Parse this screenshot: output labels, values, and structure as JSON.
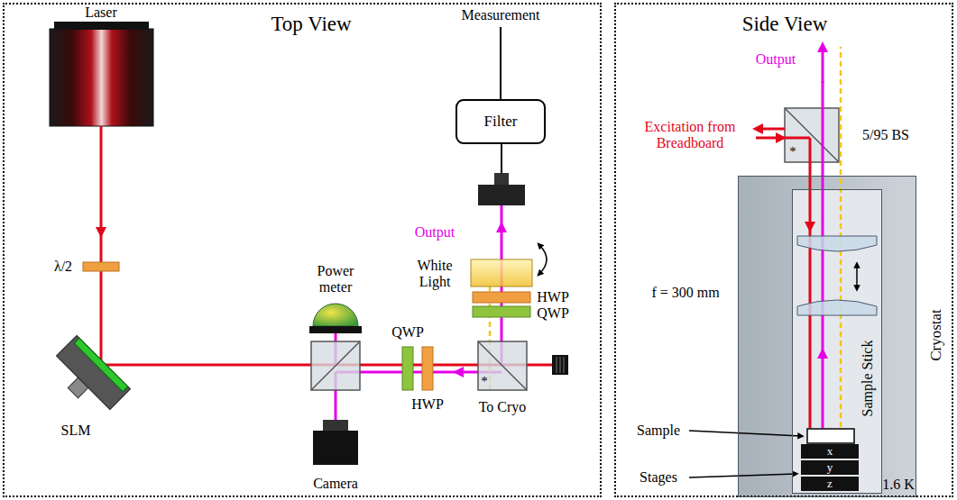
{
  "diagram": {
    "nodes": [
      {
        "text": [
          "Top View"
        ]
      },
      {
        "text": [
          "Side View"
        ]
      },
      {
        "text": [
          "Filter"
        ],
        "in": 0
      },
      {
        "text": [
          "Cryostat"
        ],
        "in": 1
      },
      {
        "text": [
          "Sample Stick"
        ],
        "in": 3
      },
      {
        "text": [
          "x"
        ],
        "in": 4
      },
      {
        "text": [
          "y"
        ],
        "in": 4
      },
      {
        "text": [
          "z"
        ],
        "in": 4
      }
    ],
    "labels": [
      "Laser",
      "Measurement",
      "Output",
      "White Light",
      "HWP",
      "QWP",
      "Power meter",
      "λ/2",
      "QWP",
      "HWP",
      "*",
      "To Cryo",
      "SLM",
      "Camera",
      "Output",
      "Excitation from Breadboard",
      "5/95 BS",
      "*",
      "f = 300 mm",
      "Sample",
      "Stages",
      "1.6 K"
    ]
  }
}
